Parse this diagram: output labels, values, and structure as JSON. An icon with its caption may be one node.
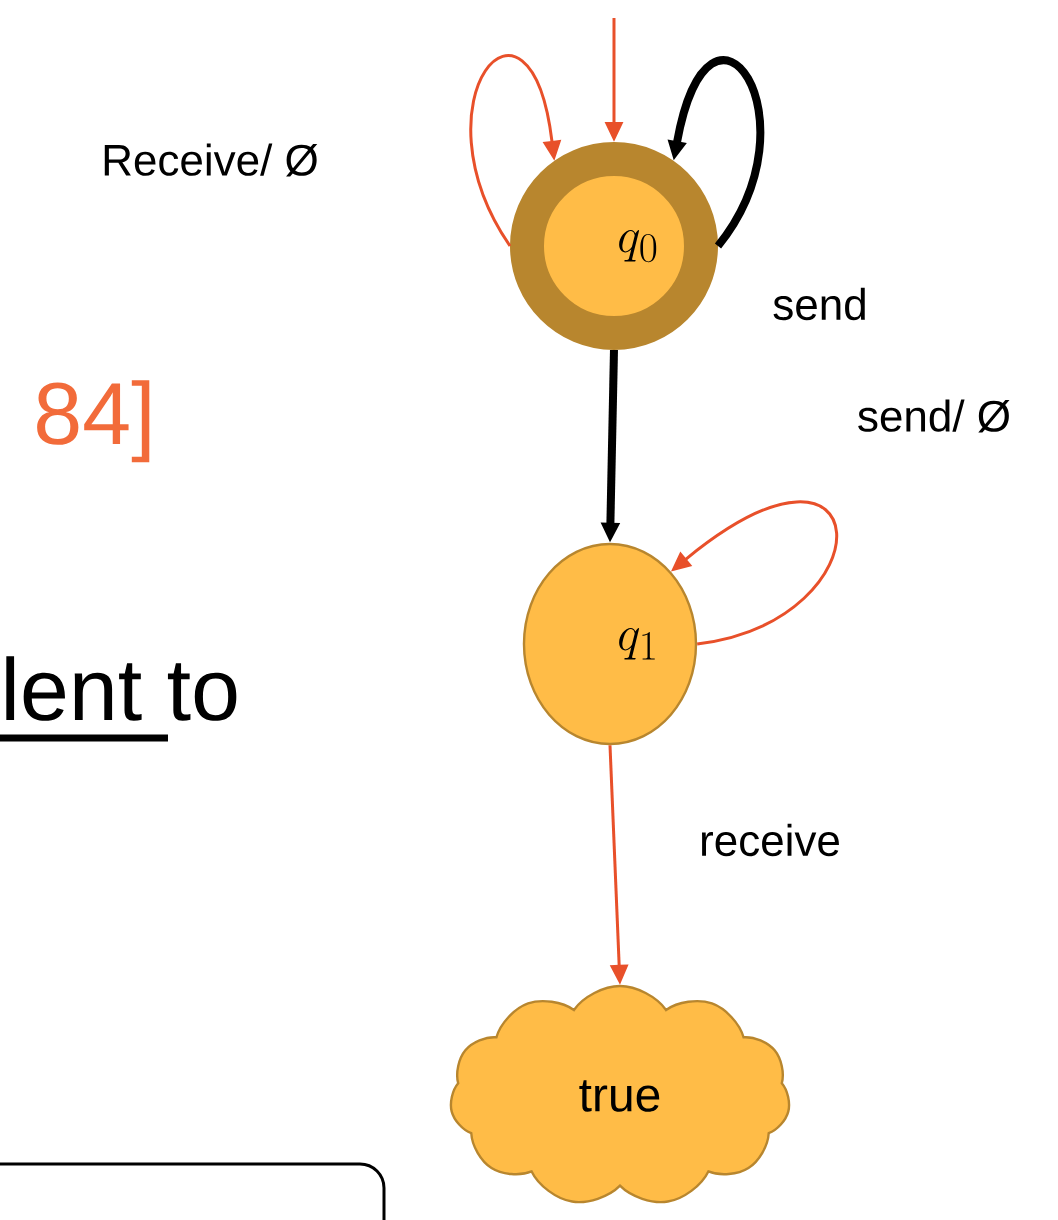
{
  "diagram": {
    "nodes": [
      {
        "text": [
          "q_0"
        ]
      },
      {
        "text": [
          "q_1"
        ]
      },
      {
        "text": [
          "true"
        ]
      }
    ],
    "edges": [
      {
        "from": null,
        "to": 0,
        "arrow": "to"
      },
      {
        "from": 0,
        "to": 0,
        "arrow": "to",
        "label": "Receive/ Ø"
      },
      {
        "from": 0,
        "to": 0,
        "arrow": "to",
        "label": "send",
        "style": "thick",
        "color": "#000000"
      },
      {
        "from": 0,
        "to": 1,
        "arrow": "to",
        "style": "thick",
        "color": "#000000"
      },
      {
        "from": 1,
        "to": 1,
        "arrow": "to",
        "label": "send/ Ø"
      },
      {
        "from": 1,
        "to": 2,
        "arrow": "to",
        "label": "receive"
      }
    ],
    "labels": [
      "84]",
      "lent to"
    ]
  }
}
